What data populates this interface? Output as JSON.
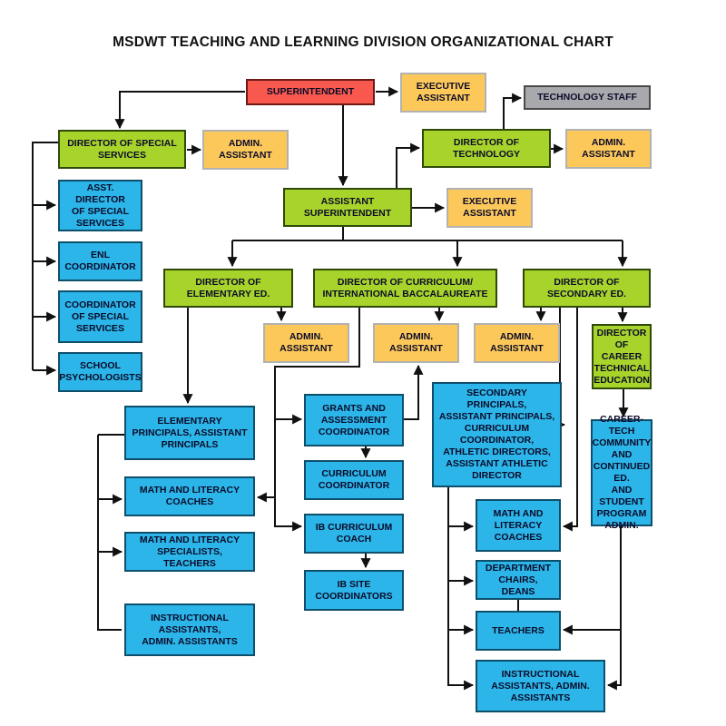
{
  "title": "MSDWT TEACHING AND LEARNING DIVISION ORGANIZATIONAL CHART",
  "palette": {
    "leadership": "#f8584d",
    "director": "#a7d32a",
    "support": "#fcc85a",
    "technology": "#a8a9ad",
    "staff": "#2cb5e8",
    "connector": "#111111"
  },
  "nodes": {
    "superintendent": "SUPERINTENDENT",
    "exec_asst_supt": "EXECUTIVE\nASSISTANT",
    "technology_staff": "TECHNOLOGY STAFF",
    "dir_special_services": "DIRECTOR OF SPECIAL\nSERVICES",
    "admin_asst_special": "ADMIN.\nASSISTANT",
    "dir_technology": "DIRECTOR OF\nTECHNOLOGY",
    "admin_asst_tech": "ADMIN.\nASSISTANT",
    "asst_superintendent": "ASSISTANT\nSUPERINTENDENT",
    "exec_asst_asst_supt": "EXECUTIVE\nASSISTANT",
    "asst_dir_special": "ASST. DIRECTOR\nOF SPECIAL\nSERVICES",
    "enl_coordinator": "ENL\nCOORDINATOR",
    "coord_special": "COORDINATOR\nOF SPECIAL\nSERVICES",
    "school_psych": "SCHOOL\nPSYCHOLOGISTS",
    "dir_elementary": "DIRECTOR OF\nELEMENTARY ED.",
    "dir_curriculum": "DIRECTOR OF CURRICULUM/\nINTERNATIONAL BACCALAUREATE",
    "dir_secondary": "DIRECTOR OF\nSECONDARY ED.",
    "admin_asst_elem": "ADMIN.\nASSISTANT",
    "admin_asst_curr": "ADMIN.\nASSISTANT",
    "admin_asst_sec": "ADMIN.\nASSISTANT",
    "dir_career_tech": "DIRECTOR\nOF CAREER\nTECHNICAL\nEDUCATION",
    "elem_principals": "ELEMENTARY\nPRINCIPALS, ASSISTANT\nPRINCIPALS",
    "grants_coord": "GRANTS AND\nASSESSMENT\nCOORDINATOR",
    "sec_principals": "SECONDARY PRINCIPALS,\nASSISTANT PRINCIPALS,\nCURRICULUM\nCOORDINATOR,\nATHLETIC DIRECTORS,\nASSISTANT ATHLETIC\nDIRECTOR",
    "career_tech_community": "CAREER-TECH\nCOMMUNITY\nAND\nCONTINUED ED.\nAND STUDENT\nPROGRAM\nADMIN.",
    "curriculum_coord": "CURRICULUM\nCOORDINATOR",
    "elem_math_literacy_coaches": "MATH AND LITERACY\nCOACHES",
    "sec_math_literacy_coaches": "MATH AND\nLITERACY\nCOACHES",
    "ib_curriculum_coach": "IB CURRICULUM\nCOACH",
    "math_literacy_specialists": "MATH AND LITERACY\nSPECIALISTS, TEACHERS",
    "dept_chairs": "DEPARTMENT\nCHAIRS, DEANS",
    "ib_site_coord": "IB SITE\nCOORDINATORS",
    "elem_instructional_assistants": "INSTRUCTIONAL\nASSISTANTS,\nADMIN. ASSISTANTS",
    "teachers": "TEACHERS",
    "sec_instructional_assistants": "INSTRUCTIONAL\nASSISTANTS, ADMIN.\nASSISTANTS"
  }
}
